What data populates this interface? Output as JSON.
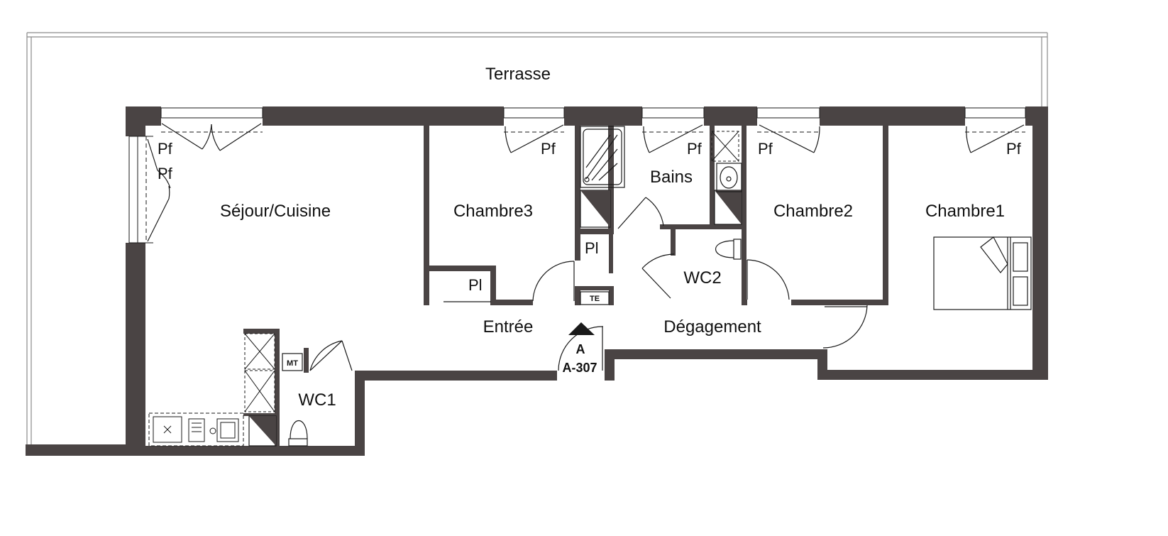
{
  "plan": {
    "rooms": {
      "terrasse": "Terrasse",
      "sejour": "Séjour/Cuisine",
      "chambre3": "Chambre3",
      "chambre2": "Chambre2",
      "chambre1": "Chambre1",
      "bains": "Bains",
      "entree": "Entrée",
      "degagement": "Dégagement",
      "wc1": "WC1",
      "wc2": "WC2"
    },
    "labels": {
      "pf": "Pf",
      "pl": "Pl",
      "te": "TE",
      "mt": "MT"
    },
    "entry": {
      "marker": "A",
      "unit": "A-307"
    }
  },
  "colors": {
    "wall": "#4a4444",
    "line": "#1a1a1a",
    "light_line": "#8a8a8a"
  }
}
